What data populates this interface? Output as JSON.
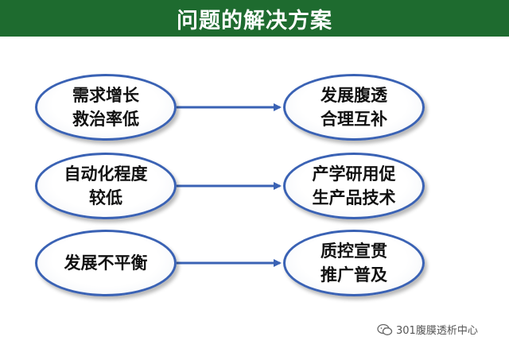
{
  "title": "问题的解决方案",
  "rows": [
    {
      "problem": "需求增长\n救治率低",
      "solution": "发展腹透\n合理互补"
    },
    {
      "problem": "自动化程度\n较低",
      "solution": "产学研用促\n生产品技术"
    },
    {
      "problem": "发展不平衡",
      "solution": "质控宣贯\n推广普及"
    }
  ],
  "watermark": "301腹膜透析中心",
  "colors": {
    "title_bar": "#1e6b2f",
    "ellipse_border": "#3a62b4",
    "arrow": "#3a62b4"
  }
}
